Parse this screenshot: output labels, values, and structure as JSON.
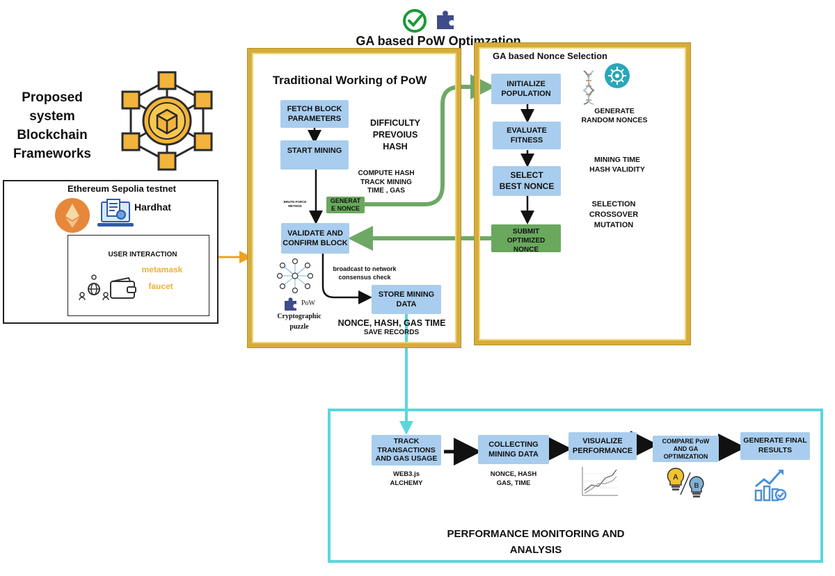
{
  "colors": {
    "node_blue": "#a9cdee",
    "node_green": "#6aa85e",
    "gold": "#d6ad3c",
    "cyan": "#5cd6dc",
    "arrow_green": "#6fa866",
    "arrow_orange": "#f0a020"
  },
  "header": {
    "title": "GA based PoW Optimzation",
    "icons": [
      "check-circle-icon",
      "puzzle-icon"
    ]
  },
  "left": {
    "proposed_title": "Proposed\nsystem\nBlockchain\nFrameworks",
    "env_title": "Ethereum Sepolia testnet",
    "hardhat": "Hardhat",
    "user_interaction": "USER INTERACTION",
    "metamask": "metamask",
    "faucet": "faucet"
  },
  "traditional": {
    "title": "Traditional Working of PoW",
    "fetch": "FETCH BLOCK\nPARAMETERS",
    "difficulty": "DIFFICULTY\nPREVOIUS\nHASH",
    "start": "START MINING",
    "compute": "COMPUTE HASH\nTRACK MINING\nTIME , GAS",
    "brute": "BRUTE-FORCE\nMETHOD",
    "generate_nonce": "GENERAT\nE NONCE",
    "validate": "VALIDATE AND\nCONFIRM BLOCK",
    "broadcast": "broadcast to network\nconsensus check",
    "store": "STORE MINING\nDATA",
    "pow": "PoW",
    "puzzle": "Cryptographic\npuzzle",
    "nonce_hash": "NONCE, HASH, GAS TIME",
    "save": "SAVE RECORDS"
  },
  "ga": {
    "title": "GA based Nonce Selection",
    "init": "INITIALIZE\nPOPULATION",
    "generate": "GENERATE\nRANDOM NONCES",
    "evaluate": "EVALUATE\nFITNESS",
    "mining_time": "MINING TIME\nHASH VALIDITY",
    "select": "SELECT\nBEST NONCE",
    "selection": "SELECTION\nCROSSOVER\nMUTATION",
    "submit": "SUBMIT\nOPTIMIZED\nNONCE"
  },
  "perf": {
    "title": "PERFORMANCE MONITORING AND\nANALYSIS",
    "track": "TRACK\nTRANSACTIONS\nAND GAS USAGE",
    "track_sub": "WEB3.js\nALCHEMY",
    "collect": "COLLECTING\nMINING DATA",
    "collect_sub": "NONCE, HASH\nGAS, TIME",
    "visualize": "VISUALIZE\nPERFORMANCE",
    "compare": "COMPARE PoW\nAND GA\nOPTIMIZATION",
    "compare_a": "A",
    "compare_b": "B",
    "final": "GENERATE FINAL\nRESULTS"
  }
}
